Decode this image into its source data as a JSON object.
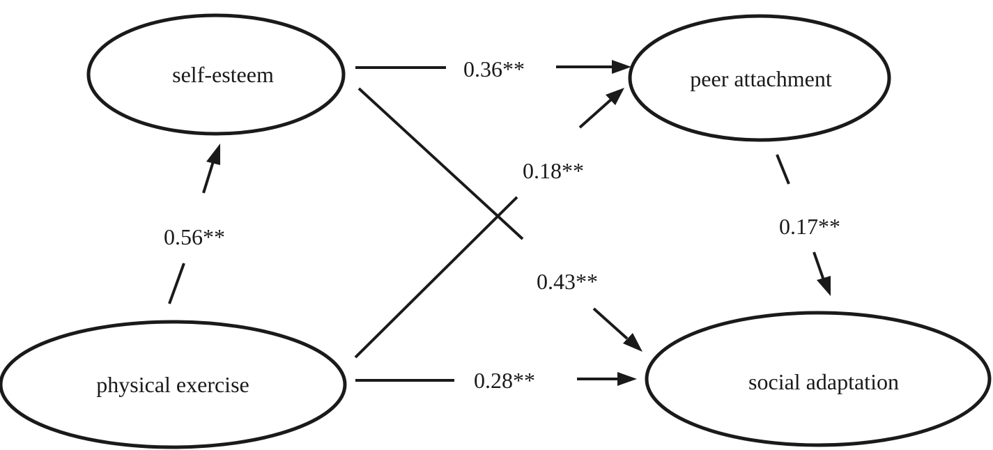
{
  "nodes": {
    "self_esteem": "self-esteem",
    "peer_attachment": "peer attachment",
    "physical_exercise": "physical exercise",
    "social_adaptation": "social adaptation"
  },
  "paths": [
    {
      "from": "physical exercise",
      "to": "self-esteem",
      "coefficient": "0.56**"
    },
    {
      "from": "self-esteem",
      "to": "peer attachment",
      "coefficient": "0.36**"
    },
    {
      "from": "physical exercise",
      "to": "peer attachment",
      "coefficient": "0.18**"
    },
    {
      "from": "self-esteem",
      "to": "social adaptation",
      "coefficient": "0.43**"
    },
    {
      "from": "peer attachment",
      "to": "social adaptation",
      "coefficient": "0.17**"
    },
    {
      "from": "physical exercise",
      "to": "social adaptation",
      "coefficient": "0.28**"
    }
  ],
  "colors": {
    "stroke": "#1a1a1a",
    "background": "#ffffff"
  }
}
